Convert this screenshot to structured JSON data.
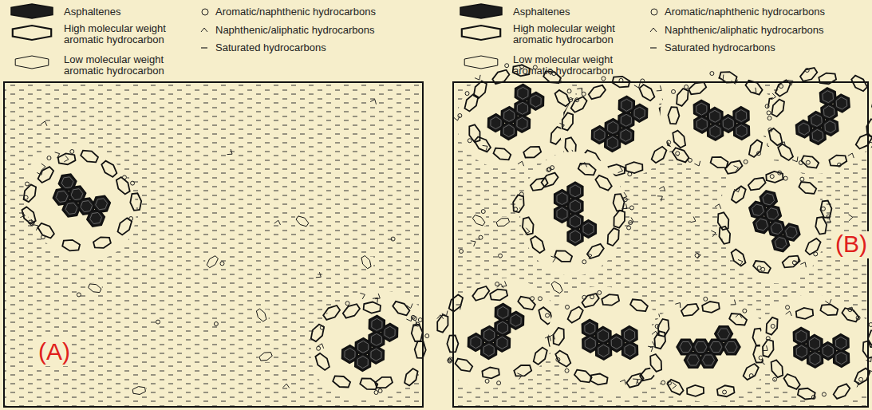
{
  "diagram": {
    "labels": [
      "(A)",
      "(B)"
    ],
    "legend": [
      {
        "text": "Asphaltenes"
      },
      {
        "text": "High molecular weight aromatic hydrocarbon"
      },
      {
        "text": "Low molecular weight aromatic hydrocarbon"
      },
      {
        "text": "Aromatic/naphthenic hydrocarbons"
      },
      {
        "text": "Naphthenic/aliphatic hydrocarbons"
      },
      {
        "text": "Saturated hydrocarbons"
      },
      {
        "text": "Asphaltenes"
      },
      {
        "text": "High molecular weight aromatic hydrocarbon"
      },
      {
        "text": "Low molecular weight aromatic hydrocarbon"
      },
      {
        "text": "Aromatic/naphthenic hydrocarbons"
      },
      {
        "text": "Naphthenic/aliphatic hydrocarbons"
      },
      {
        "text": "Saturated hydrocarbons"
      }
    ]
  }
}
